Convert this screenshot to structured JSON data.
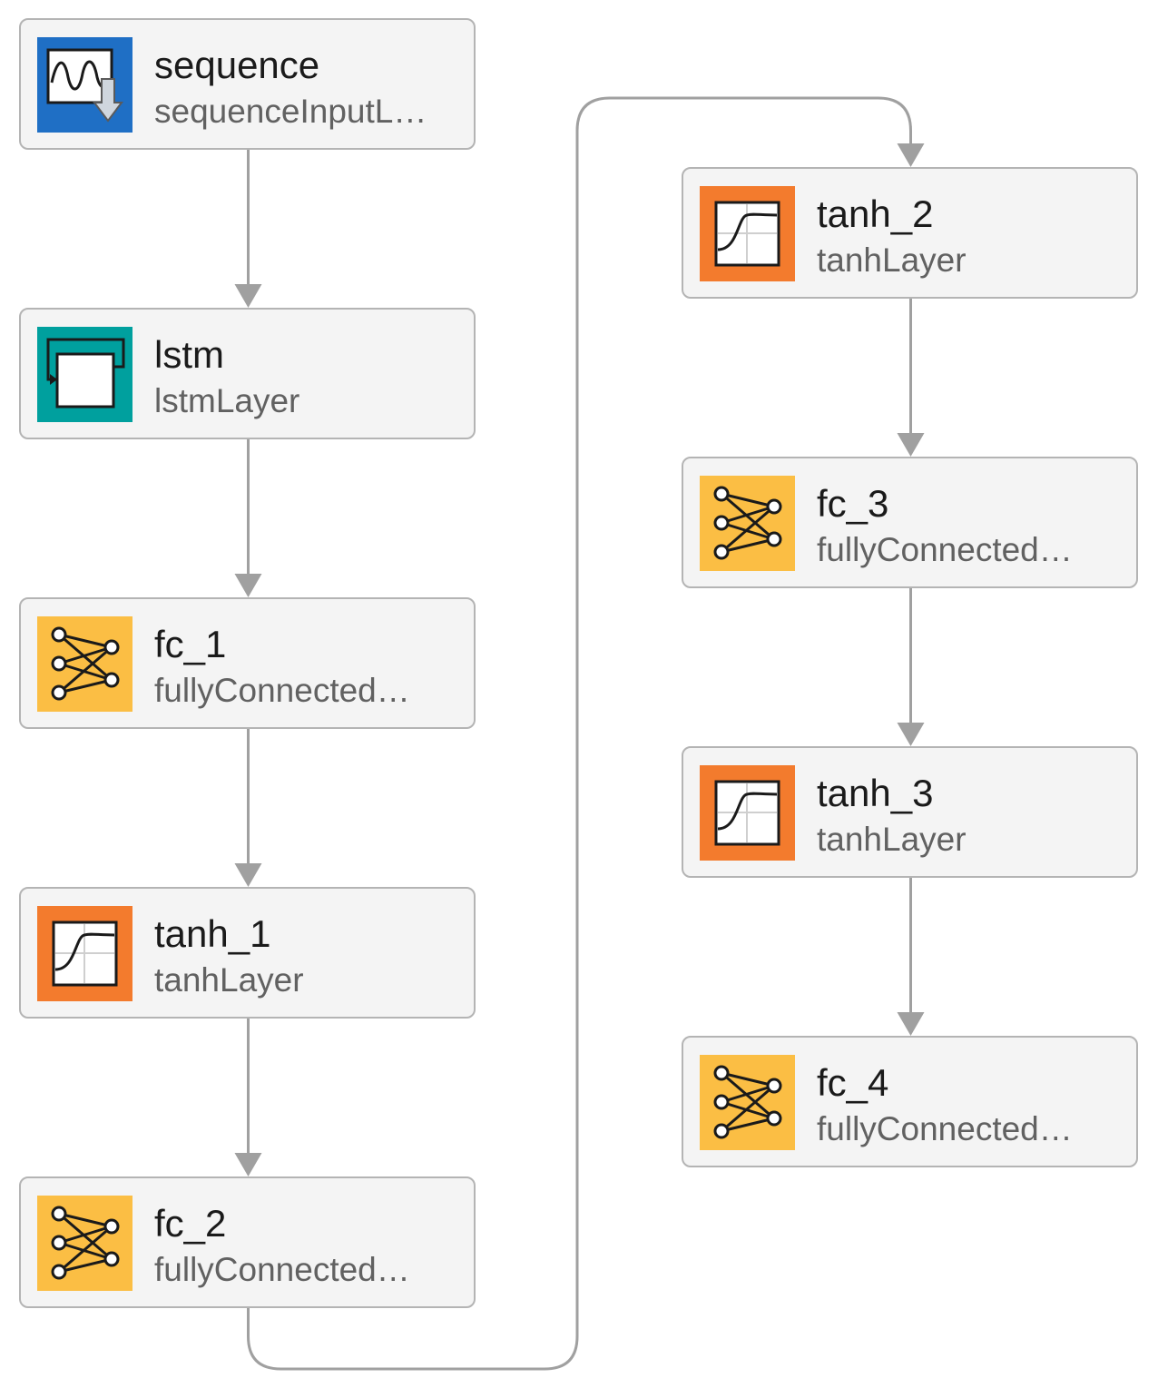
{
  "diagram": {
    "nodes": [
      {
        "id": "sequence",
        "name": "sequence",
        "type": "sequenceInputL…",
        "icon": "sequence-input-icon",
        "color": "#1f6fc5"
      },
      {
        "id": "lstm",
        "name": "lstm",
        "type": "lstmLayer",
        "icon": "lstm-icon",
        "color": "#00a09e"
      },
      {
        "id": "fc_1",
        "name": "fc_1",
        "type": "fullyConnected…",
        "icon": "fully-connected-icon",
        "color": "#fbbe44"
      },
      {
        "id": "tanh_1",
        "name": "tanh_1",
        "type": "tanhLayer",
        "icon": "tanh-icon",
        "color": "#f37b2d"
      },
      {
        "id": "fc_2",
        "name": "fc_2",
        "type": "fullyConnected…",
        "icon": "fully-connected-icon",
        "color": "#fbbe44"
      },
      {
        "id": "tanh_2",
        "name": "tanh_2",
        "type": "tanhLayer",
        "icon": "tanh-icon",
        "color": "#f37b2d"
      },
      {
        "id": "fc_3",
        "name": "fc_3",
        "type": "fullyConnected…",
        "icon": "fully-connected-icon",
        "color": "#fbbe44"
      },
      {
        "id": "tanh_3",
        "name": "tanh_3",
        "type": "tanhLayer",
        "icon": "tanh-icon",
        "color": "#f37b2d"
      },
      {
        "id": "fc_4",
        "name": "fc_4",
        "type": "fullyConnected…",
        "icon": "fully-connected-icon",
        "color": "#fbbe44"
      }
    ],
    "edges": [
      [
        "sequence",
        "lstm"
      ],
      [
        "lstm",
        "fc_1"
      ],
      [
        "fc_1",
        "tanh_1"
      ],
      [
        "tanh_1",
        "fc_2"
      ],
      [
        "fc_2",
        "tanh_2"
      ],
      [
        "tanh_2",
        "fc_3"
      ],
      [
        "fc_3",
        "tanh_3"
      ],
      [
        "tanh_3",
        "fc_4"
      ]
    ],
    "connector_color": "#a0a0a0"
  }
}
